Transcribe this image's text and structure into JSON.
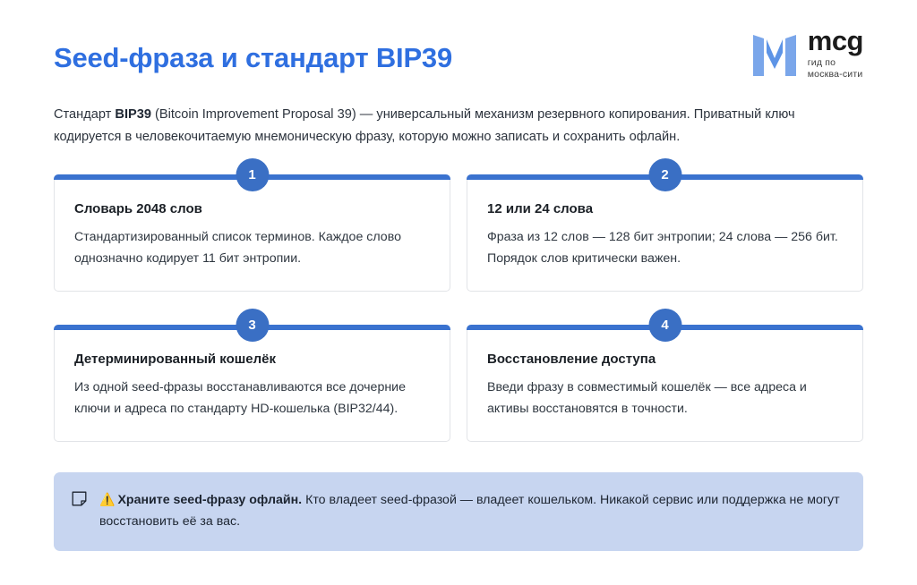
{
  "header": {
    "title": "Seed-фраза и стандарт BIP39",
    "logo": {
      "mark_icon": "mcg-logo-mark-icon",
      "word": "mcg",
      "tagline_line1": "гид по",
      "tagline_line2": "москва-сити"
    }
  },
  "intro": {
    "prefix": "Стандарт ",
    "bold": "BIP39",
    "suffix": " (Bitcoin Improvement Proposal 39) — универсальный механизм резервного копирования. Приватный ключ кодируется в человекочитаемую мнемоническую фразу, которую можно записать и сохранить офлайн."
  },
  "cards": [
    {
      "number": "1",
      "title": "Словарь 2048 слов",
      "text": "Стандартизированный список терминов. Каждое слово однозначно кодирует 11 бит энтропии."
    },
    {
      "number": "2",
      "title": "12 или 24 слова",
      "text": "Фраза из 12 слов — 128 бит энтропии; 24 слова — 256 бит. Порядок слов критически важен."
    },
    {
      "number": "3",
      "title": "Детерминированный кошелёк",
      "text": "Из одной seed-фразы восстанавливаются все дочерние ключи и адреса по стандарту HD-кошелька (BIP32/44)."
    },
    {
      "number": "4",
      "title": "Восстановление доступа",
      "text": "Введи фразу в совместимый кошелёк — все адреса и активы восстановятся в точности."
    }
  ],
  "callout": {
    "note_icon": "sticky-note-icon",
    "warning_emoji": "⚠️",
    "bold": "Храните seed-фразу офлайн.",
    "text": " Кто владеет seed-фразой — владеет кошельком. Никакой сервис или поддержка не могут восстановить её за вас."
  },
  "colors": {
    "title_blue": "#2f6fe0",
    "card_bar_blue": "#3a72cf",
    "badge_blue": "#3a6fc4",
    "callout_bg": "#c7d5f0",
    "logo_blue": "#6f9fe8"
  }
}
